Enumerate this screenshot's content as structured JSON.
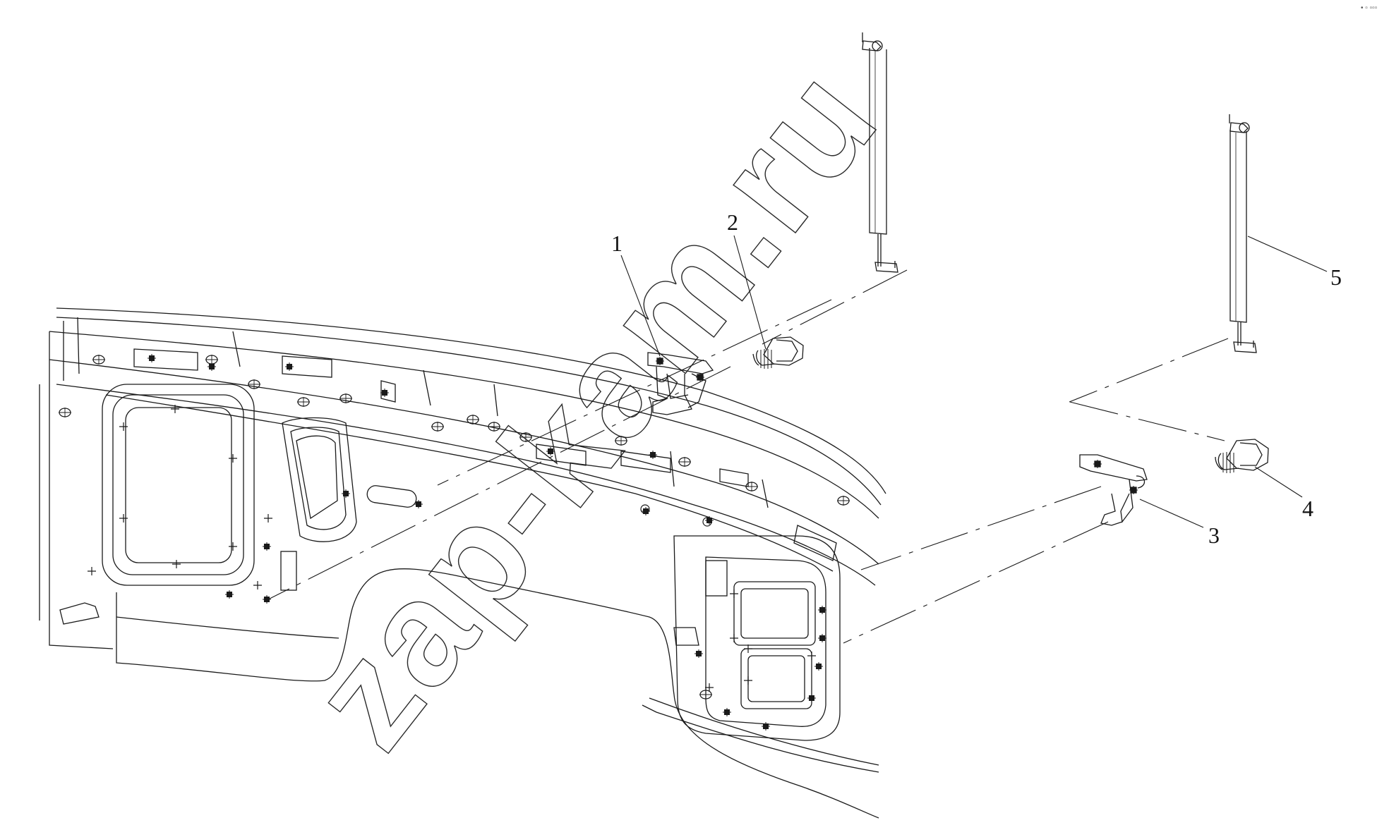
{
  "diagram": {
    "watermark": "zap-kam.ru",
    "corner_mark": "• ▫ ▫▫▫",
    "callouts": [
      {
        "id": "1",
        "label": "1"
      },
      {
        "id": "2",
        "label": "2"
      },
      {
        "id": "3",
        "label": "3"
      },
      {
        "id": "4",
        "label": "4"
      },
      {
        "id": "5",
        "label": "5"
      }
    ]
  },
  "colors": {
    "line": "#1a1a1a",
    "background": "#ffffff"
  }
}
